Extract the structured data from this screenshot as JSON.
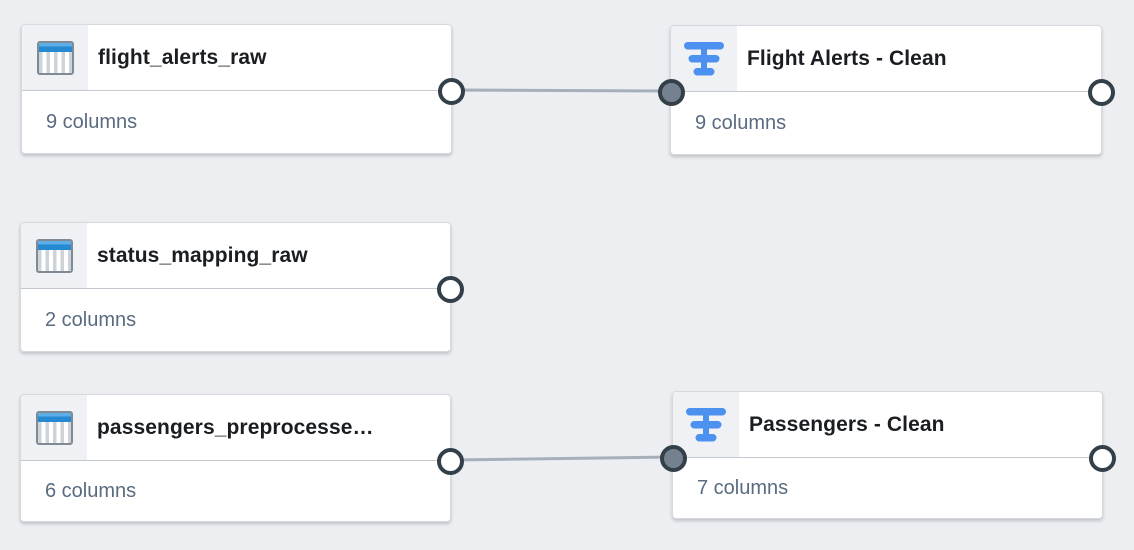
{
  "canvas": {
    "background": "#eceef1"
  },
  "nodes": [
    {
      "id": "node-a",
      "type": "dataset",
      "icon": "table-icon",
      "title": "flight_alerts_raw",
      "subtitle": "9 columns",
      "has_input_port": false,
      "has_output_port": true
    },
    {
      "id": "node-b",
      "type": "transform",
      "icon": "transform-icon",
      "title": "Flight Alerts - Clean",
      "subtitle": "9 columns",
      "has_input_port": true,
      "has_output_port": true
    },
    {
      "id": "node-c",
      "type": "dataset",
      "icon": "table-icon",
      "title": "status_mapping_raw",
      "subtitle": "2 columns",
      "has_input_port": false,
      "has_output_port": true
    },
    {
      "id": "node-d",
      "type": "dataset",
      "icon": "table-icon",
      "title": "passengers_preprocesse…",
      "subtitle": "6 columns",
      "has_input_port": false,
      "has_output_port": true
    },
    {
      "id": "node-e",
      "type": "transform",
      "icon": "transform-icon",
      "title": "Passengers - Clean",
      "subtitle": "7 columns",
      "has_input_port": true,
      "has_output_port": true
    }
  ],
  "edges": [
    {
      "from": "flight_alerts_raw",
      "to": "Flight Alerts - Clean"
    },
    {
      "from": "passengers_preprocesse…",
      "to": "Passengers - Clean"
    }
  ],
  "colors": {
    "transform_icon_blue": "#4c90f0",
    "table_icon_blue": "#268ad2",
    "table_icon_border_gray": "#7f8a95",
    "port_ring": "#334049",
    "port_input_fill": "#75818e",
    "edge_line": "#a6afb9",
    "title_text": "#1a1d21",
    "subtitle_text": "#5a6b80",
    "card_background": "#ffffff",
    "canvas_background": "#eceef1"
  }
}
